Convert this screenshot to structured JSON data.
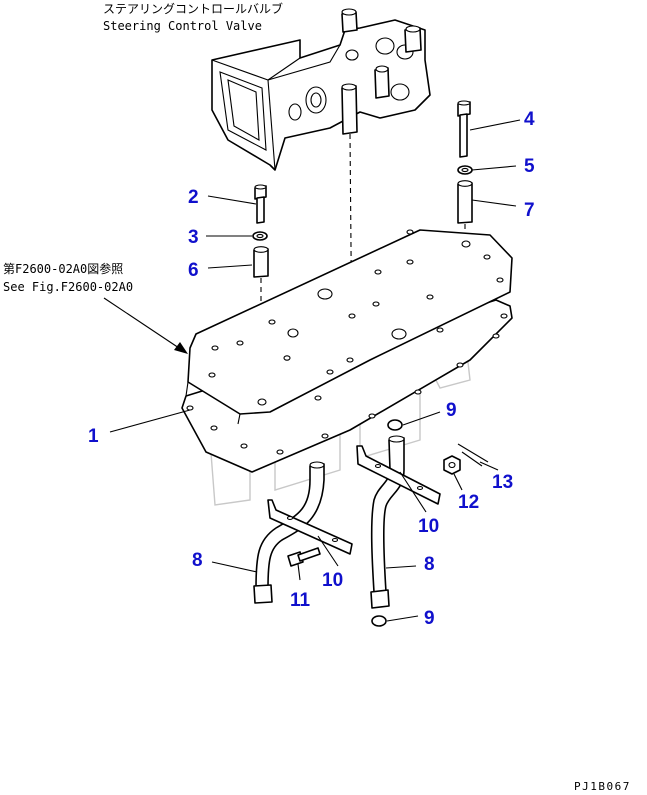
{
  "header": {
    "title_jp": "ステアリングコントロールバルブ",
    "title_en": "Steering Control Valve"
  },
  "reference": {
    "jp": "第F2600-02A0図参照",
    "en": "See Fig.F2600-02A0"
  },
  "callouts": {
    "c1": "1",
    "c2": "2",
    "c3": "3",
    "c4": "4",
    "c5": "5",
    "c6": "6",
    "c7": "7",
    "c8a": "8",
    "c8b": "8",
    "c9a": "9",
    "c9b": "9",
    "c10a": "10",
    "c10b": "10",
    "c11": "11",
    "c12": "12",
    "c13": "13"
  },
  "footer": {
    "drawing_code": "PJ1B067"
  },
  "colors": {
    "line": "#000000",
    "callout": "#1010cc",
    "watermark": "#c8c8c8",
    "background": "#ffffff"
  }
}
